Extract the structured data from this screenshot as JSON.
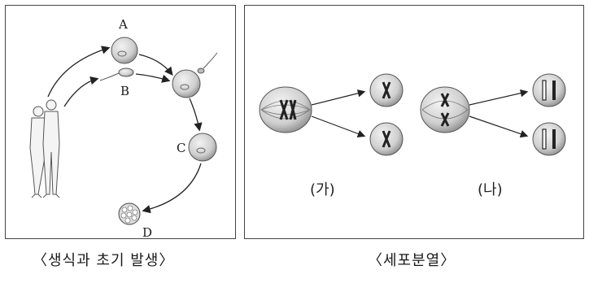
{
  "left_panel": {
    "labels": {
      "a": "A",
      "b": "B",
      "c": "C",
      "d": "D"
    },
    "caption": "〈생식과 초기 발생〉"
  },
  "right_panel": {
    "label_ga": "(가)",
    "label_na": "(나)",
    "caption": "〈세포분열〉"
  }
}
